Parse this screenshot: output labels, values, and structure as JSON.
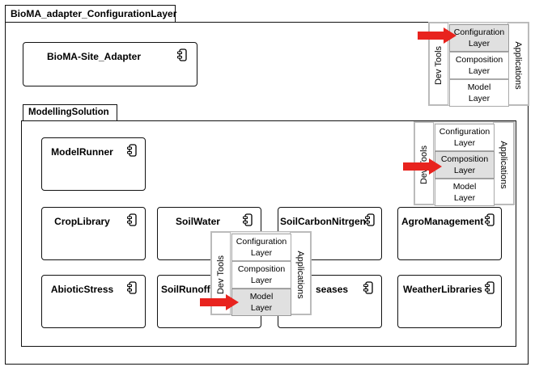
{
  "outer": {
    "title": "BioMA_adapter_ConfigurationLayer"
  },
  "site_adapter": {
    "label": "BioMA-Site_Adapter"
  },
  "modelling": {
    "title": "ModellingSolution",
    "components": [
      "ModelRunner",
      "CropLibrary",
      "SoilWater",
      "SoilCarbonNitrgen",
      "AgroManagement",
      "AbioticStress",
      "SoilRunoffE",
      "seases",
      "WeatherLibraries"
    ]
  },
  "panel": {
    "dev_tools": "Dev Tools",
    "applications": "Applications",
    "layers": [
      {
        "line1": "Configuration",
        "line2": "Layer"
      },
      {
        "line1": "Composition",
        "line2": "Layer"
      },
      {
        "line1": "Model",
        "line2": "Layer"
      }
    ]
  },
  "colors": {
    "arrow": "#e8231e",
    "panel": "#ececec",
    "selected_layer": "#e0e0e0"
  },
  "icons": {
    "component": "uml-component-icon",
    "arrow": "red-arrow-icon"
  }
}
